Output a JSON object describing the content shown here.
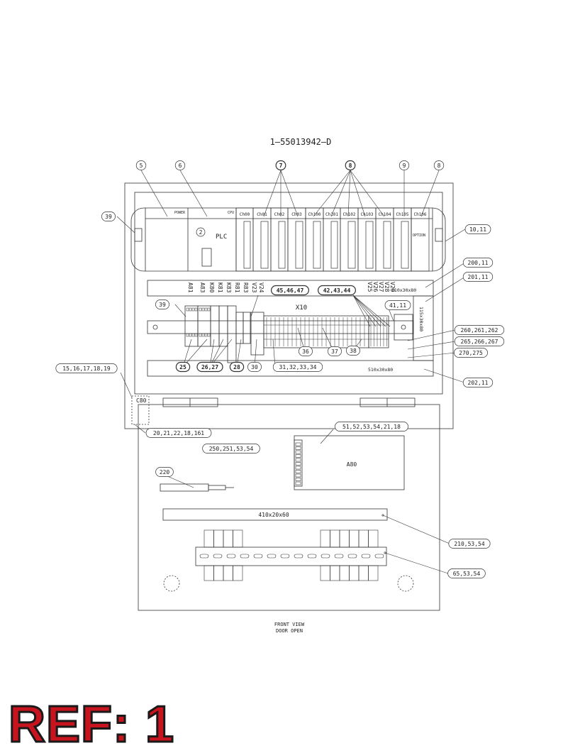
{
  "drawing_number": "1—55013942—D",
  "footer": {
    "line1": "FRONT VIEW",
    "line2": "DOOR OPEN"
  },
  "ref_mark": "REF: 1",
  "plc": {
    "power": "POWER",
    "cpu": "CPU",
    "label": "PLC",
    "num": "2",
    "option": "OPTION",
    "channels": [
      "Ch00",
      "Ch01",
      "Ch02",
      "Ch03",
      "Ch100",
      "Ch101",
      "Ch102",
      "Ch103",
      "Ch104",
      "Ch105",
      "Ch106"
    ]
  },
  "wire_labels": [
    "A81",
    "A83",
    "K80",
    "K81",
    "K83",
    "R81",
    "R83",
    "V23",
    "V24"
  ],
  "wire_labels_right": [
    "V25",
    "V26",
    "V27",
    "V28",
    "V29"
  ],
  "callouts": {
    "c5": "5",
    "c6": "6",
    "c7": "7",
    "c8a": "8",
    "c9": "9",
    "c8b": "8",
    "c39a": "39",
    "c10_11": "10,11",
    "c200_11": "200,11",
    "c201_11": "201,11",
    "c39b": "39",
    "c45": "45,46,47",
    "c42": "42,43,44",
    "c41": "41,11",
    "c260": "260,261,262",
    "c265": "265,266,267",
    "c270": "270,275",
    "c15": "15,16,17,18,19",
    "c25": "25",
    "c26": "26,27",
    "c28": "28",
    "c30": "30",
    "c31": "31,32,33,34",
    "c36": "36",
    "c37": "37",
    "c38": "38",
    "c202": "202,11",
    "c20": "20,21,22,18,161",
    "c250": "250,251,53,54",
    "c51": "51,52,53,54,21,18",
    "c220": "220",
    "c210": "210,53,54",
    "c65": "65,53,54"
  },
  "labels": {
    "x10": "X10",
    "duct_top": "510x30x80",
    "duct_bottom": "510x30x80",
    "duct_side": "115x30x80",
    "c80": "C80",
    "a80": "A80",
    "duct_door": "410x20x60",
    "option": "OPTION"
  }
}
